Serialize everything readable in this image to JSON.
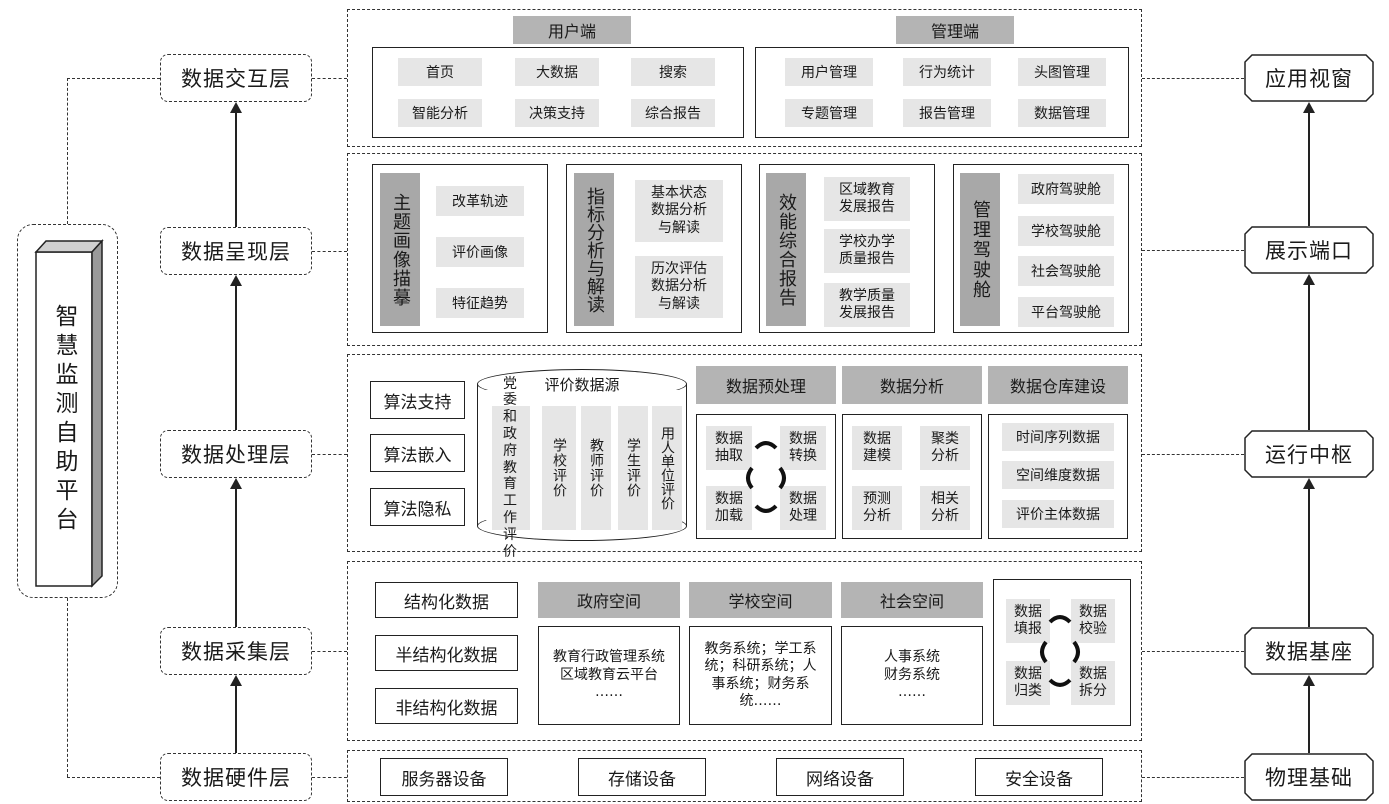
{
  "left_platform": {
    "title": "智慧监测自助平台"
  },
  "layers": {
    "interaction": "数据交互层",
    "presentation": "数据呈现层",
    "processing": "数据处理层",
    "collection": "数据采集层",
    "hardware": "数据硬件层"
  },
  "ports": {
    "app_window": "应用视窗",
    "display_port": "展示端口",
    "run_hub": "运行中枢",
    "data_base": "数据基座",
    "physical": "物理基础"
  },
  "interaction": {
    "user_end": {
      "title": "用户端",
      "items": [
        "首页",
        "大数据",
        "搜索",
        "智能分析",
        "决策支持",
        "综合报告"
      ]
    },
    "admin_end": {
      "title": "管理端",
      "items": [
        "用户管理",
        "行为统计",
        "头图管理",
        "专题管理",
        "报告管理",
        "数据管理"
      ]
    }
  },
  "presentation": {
    "portrait": {
      "title": "主题画像描摹",
      "items": [
        "改革轨迹",
        "评价画像",
        "特征趋势"
      ]
    },
    "indicator": {
      "title": "指标分析与解读",
      "items": [
        [
          "基本状态",
          "数据分析",
          "与解读"
        ],
        [
          "历次评估",
          "数据分析",
          "与解读"
        ]
      ]
    },
    "report": {
      "title": "效能综合报告",
      "items": [
        [
          "区域教育",
          "发展报告"
        ],
        [
          "学校办学",
          "质量报告"
        ],
        [
          "教学质量",
          "发展报告"
        ]
      ]
    },
    "cockpit": {
      "title": "管理驾驶舱",
      "items": [
        "政府驾驶舱",
        "学校驾驶舱",
        "社会驾驶舱",
        "平台驾驶舱"
      ]
    }
  },
  "processing": {
    "algos": [
      "算法支持",
      "算法嵌入",
      "算法隐私"
    ],
    "source": {
      "title": "评价数据源",
      "items": [
        "党委和政府教育工作评价",
        "学校评价",
        "教师评价",
        "学生评价",
        "用人单位评价"
      ]
    },
    "preprocess": {
      "title": "数据预处理",
      "items": [
        [
          "数据",
          "抽取"
        ],
        [
          "数据",
          "转换"
        ],
        [
          "数据",
          "加载"
        ],
        [
          "数据",
          "处理"
        ]
      ]
    },
    "analysis": {
      "title": "数据分析",
      "items": [
        [
          "数据",
          "建模"
        ],
        [
          "聚类",
          "分析"
        ],
        [
          "预测",
          "分析"
        ],
        [
          "相关",
          "分析"
        ]
      ]
    },
    "warehouse": {
      "title": "数据仓库建设",
      "items": [
        "时间序列数据",
        "空间维度数据",
        "评价主体数据"
      ]
    }
  },
  "collection": {
    "types": [
      "结构化数据",
      "半结构化数据",
      "非结构化数据"
    ],
    "gov": {
      "title": "政府空间",
      "lines": [
        "教育行政管理系统",
        "区域教育云平台",
        "……"
      ]
    },
    "school": {
      "title": "学校空间",
      "lines": [
        "教务系统；学工系",
        "统；科研系统；人",
        "事系统；财务系",
        "统……"
      ]
    },
    "society": {
      "title": "社会空间",
      "lines": [
        "人事系统",
        "财务系统",
        "……"
      ]
    },
    "cycle": [
      [
        "数据",
        "填报"
      ],
      [
        "数据",
        "校验"
      ],
      [
        "数据",
        "归类"
      ],
      [
        "数据",
        "拆分"
      ]
    ]
  },
  "hardware": {
    "items": [
      "服务器设备",
      "存储设备",
      "网络设备",
      "安全设备"
    ]
  }
}
